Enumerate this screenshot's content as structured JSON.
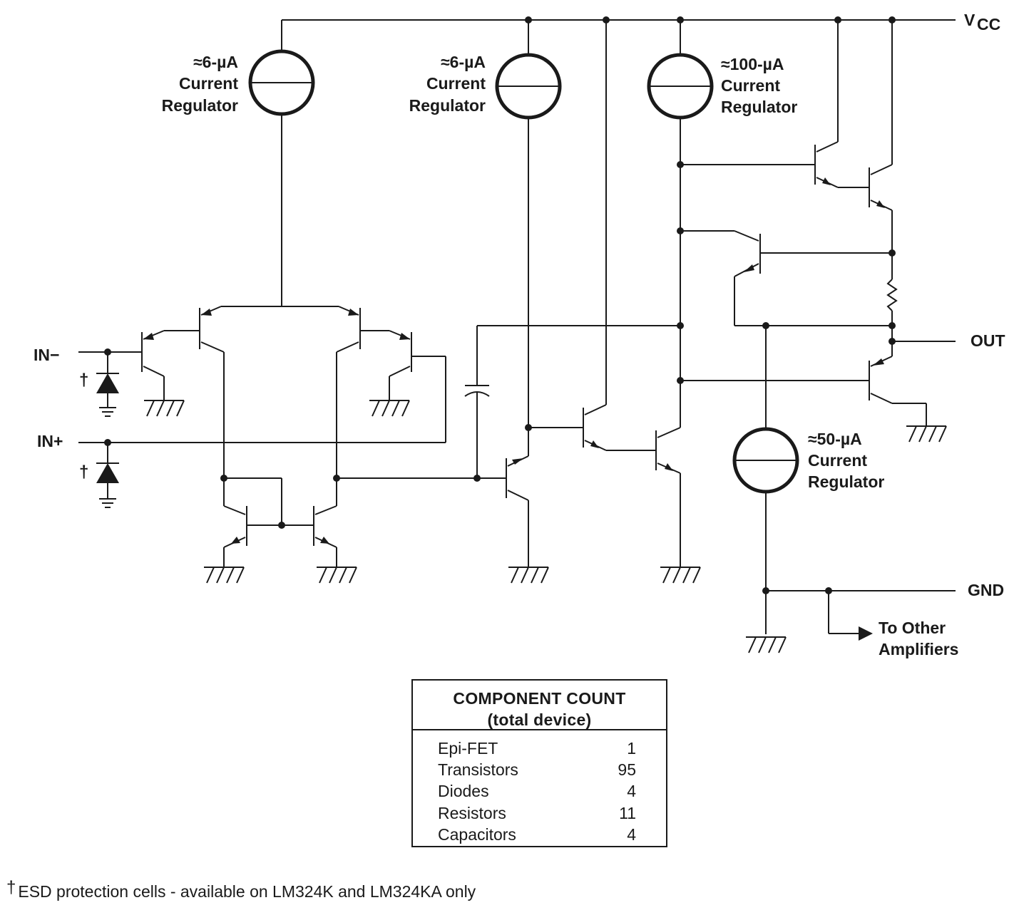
{
  "terminals": {
    "vcc_main": "V",
    "vcc_sub": "CC",
    "in_minus": "IN−",
    "in_plus": "IN+",
    "out": "OUT",
    "gnd": "GND",
    "to_other_line1": "To Other",
    "to_other_line2": "Amplifiers",
    "dagger": "†"
  },
  "regulators": [
    {
      "line1": "≈6-µA",
      "line2": "Current",
      "line3": "Regulator"
    },
    {
      "line1": "≈6-µA",
      "line2": "Current",
      "line3": "Regulator"
    },
    {
      "line1": "≈100-µA",
      "line2": "Current",
      "line3": "Regulator"
    },
    {
      "line1": "≈50-µA",
      "line2": "Current",
      "line3": "Regulator"
    }
  ],
  "component_count": {
    "title_line1": "COMPONENT COUNT",
    "title_line2": "(total device)",
    "rows": [
      {
        "label": "Epi-FET",
        "value": "1"
      },
      {
        "label": "Transistors",
        "value": "95"
      },
      {
        "label": "Diodes",
        "value": "4"
      },
      {
        "label": "Resistors",
        "value": "11"
      },
      {
        "label": "Capacitors",
        "value": "4"
      }
    ]
  },
  "footnote": {
    "marker": "†",
    "text": "ESD protection cells - available on LM324K and LM324KA only"
  }
}
